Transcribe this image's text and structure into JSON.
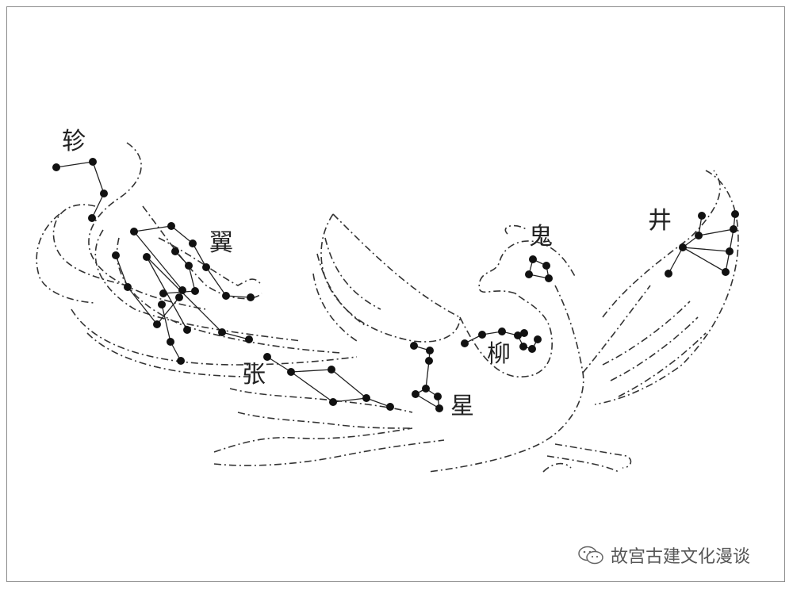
{
  "mansions": [
    {
      "key": "zhen",
      "label": "轸"
    },
    {
      "key": "yi",
      "label": "翼"
    },
    {
      "key": "zhang",
      "label": "张"
    },
    {
      "key": "xing",
      "label": "星"
    },
    {
      "key": "liu",
      "label": "柳"
    },
    {
      "key": "gui",
      "label": "鬼"
    },
    {
      "key": "jing",
      "label": "井"
    }
  ],
  "watermark": {
    "text": "故宫古建文化漫谈",
    "icon": "wechat-icon"
  },
  "colors": {
    "stroke": "#333333",
    "star": "#111111",
    "border": "#8c8c8c"
  }
}
